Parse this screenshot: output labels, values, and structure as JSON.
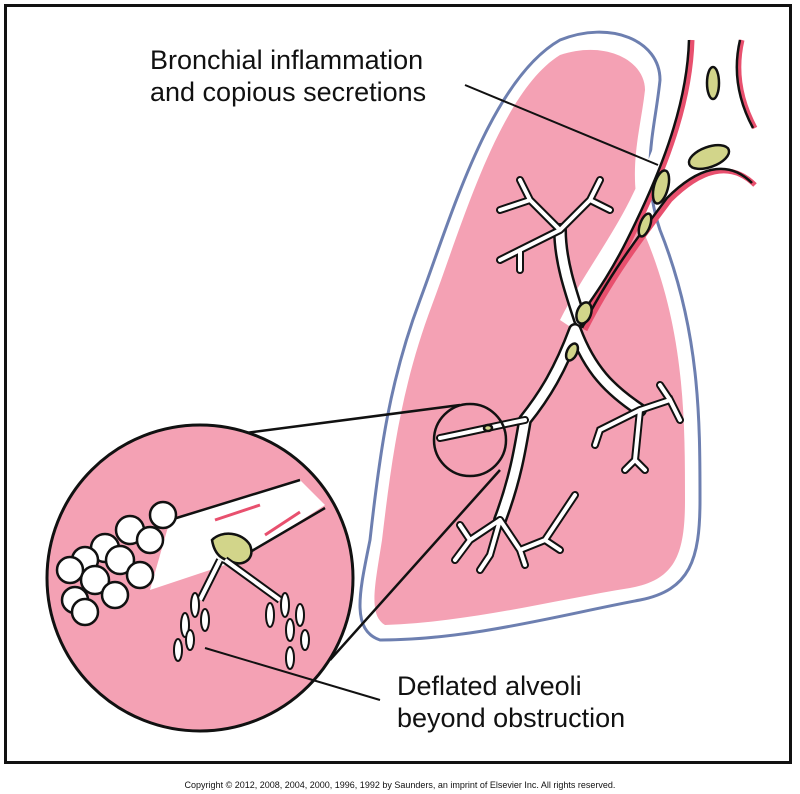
{
  "figure": {
    "labels": {
      "top_line1": "Bronchial inflammation",
      "top_line2": "and copious secretions",
      "bottom_line1": "Deflated alveoli",
      "bottom_line2": "beyond obstruction"
    },
    "copyright": "Copyright © 2012, 2008, 2004, 2000, 1996, 1992 by Saunders, an imprint of Elsevier Inc. All rights reserved."
  },
  "colors": {
    "lung_fill": "#f4a1b4",
    "pleura_outline": "#6d7fb0",
    "bronchial_wall": "#e8506e",
    "secretion": "#d2d58a",
    "airway": "#ffffff",
    "ink": "#111111"
  }
}
